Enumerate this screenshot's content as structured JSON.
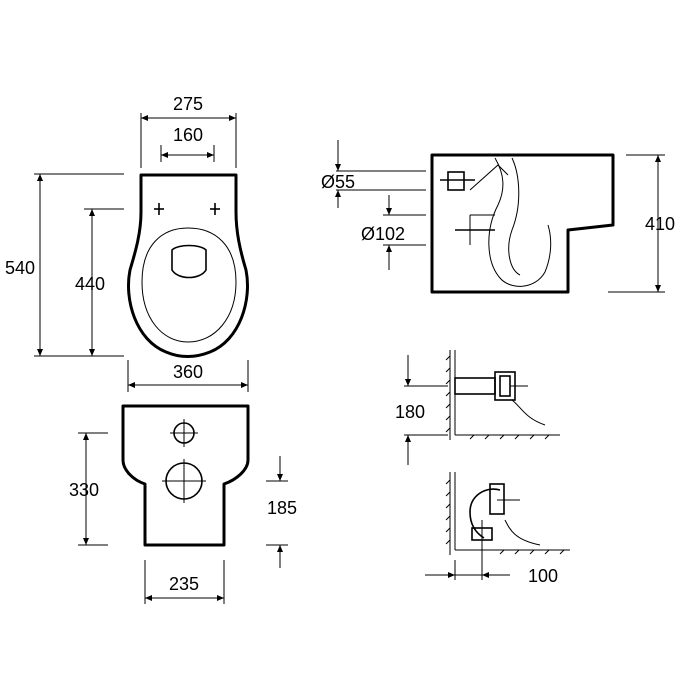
{
  "dimensions": {
    "bowl_width_outer": "275",
    "bowl_width_inner": "160",
    "total_length": "540",
    "fixing_length": "440",
    "bowl_width_base": "360",
    "outlet_diameter_inlet": "Ø55",
    "outlet_diameter_pipe": "Ø102",
    "side_height": "410",
    "back_height": "330",
    "outlet_height": "185",
    "back_width": "235",
    "floor_outlet_height": "180",
    "wall_distance": "100"
  }
}
